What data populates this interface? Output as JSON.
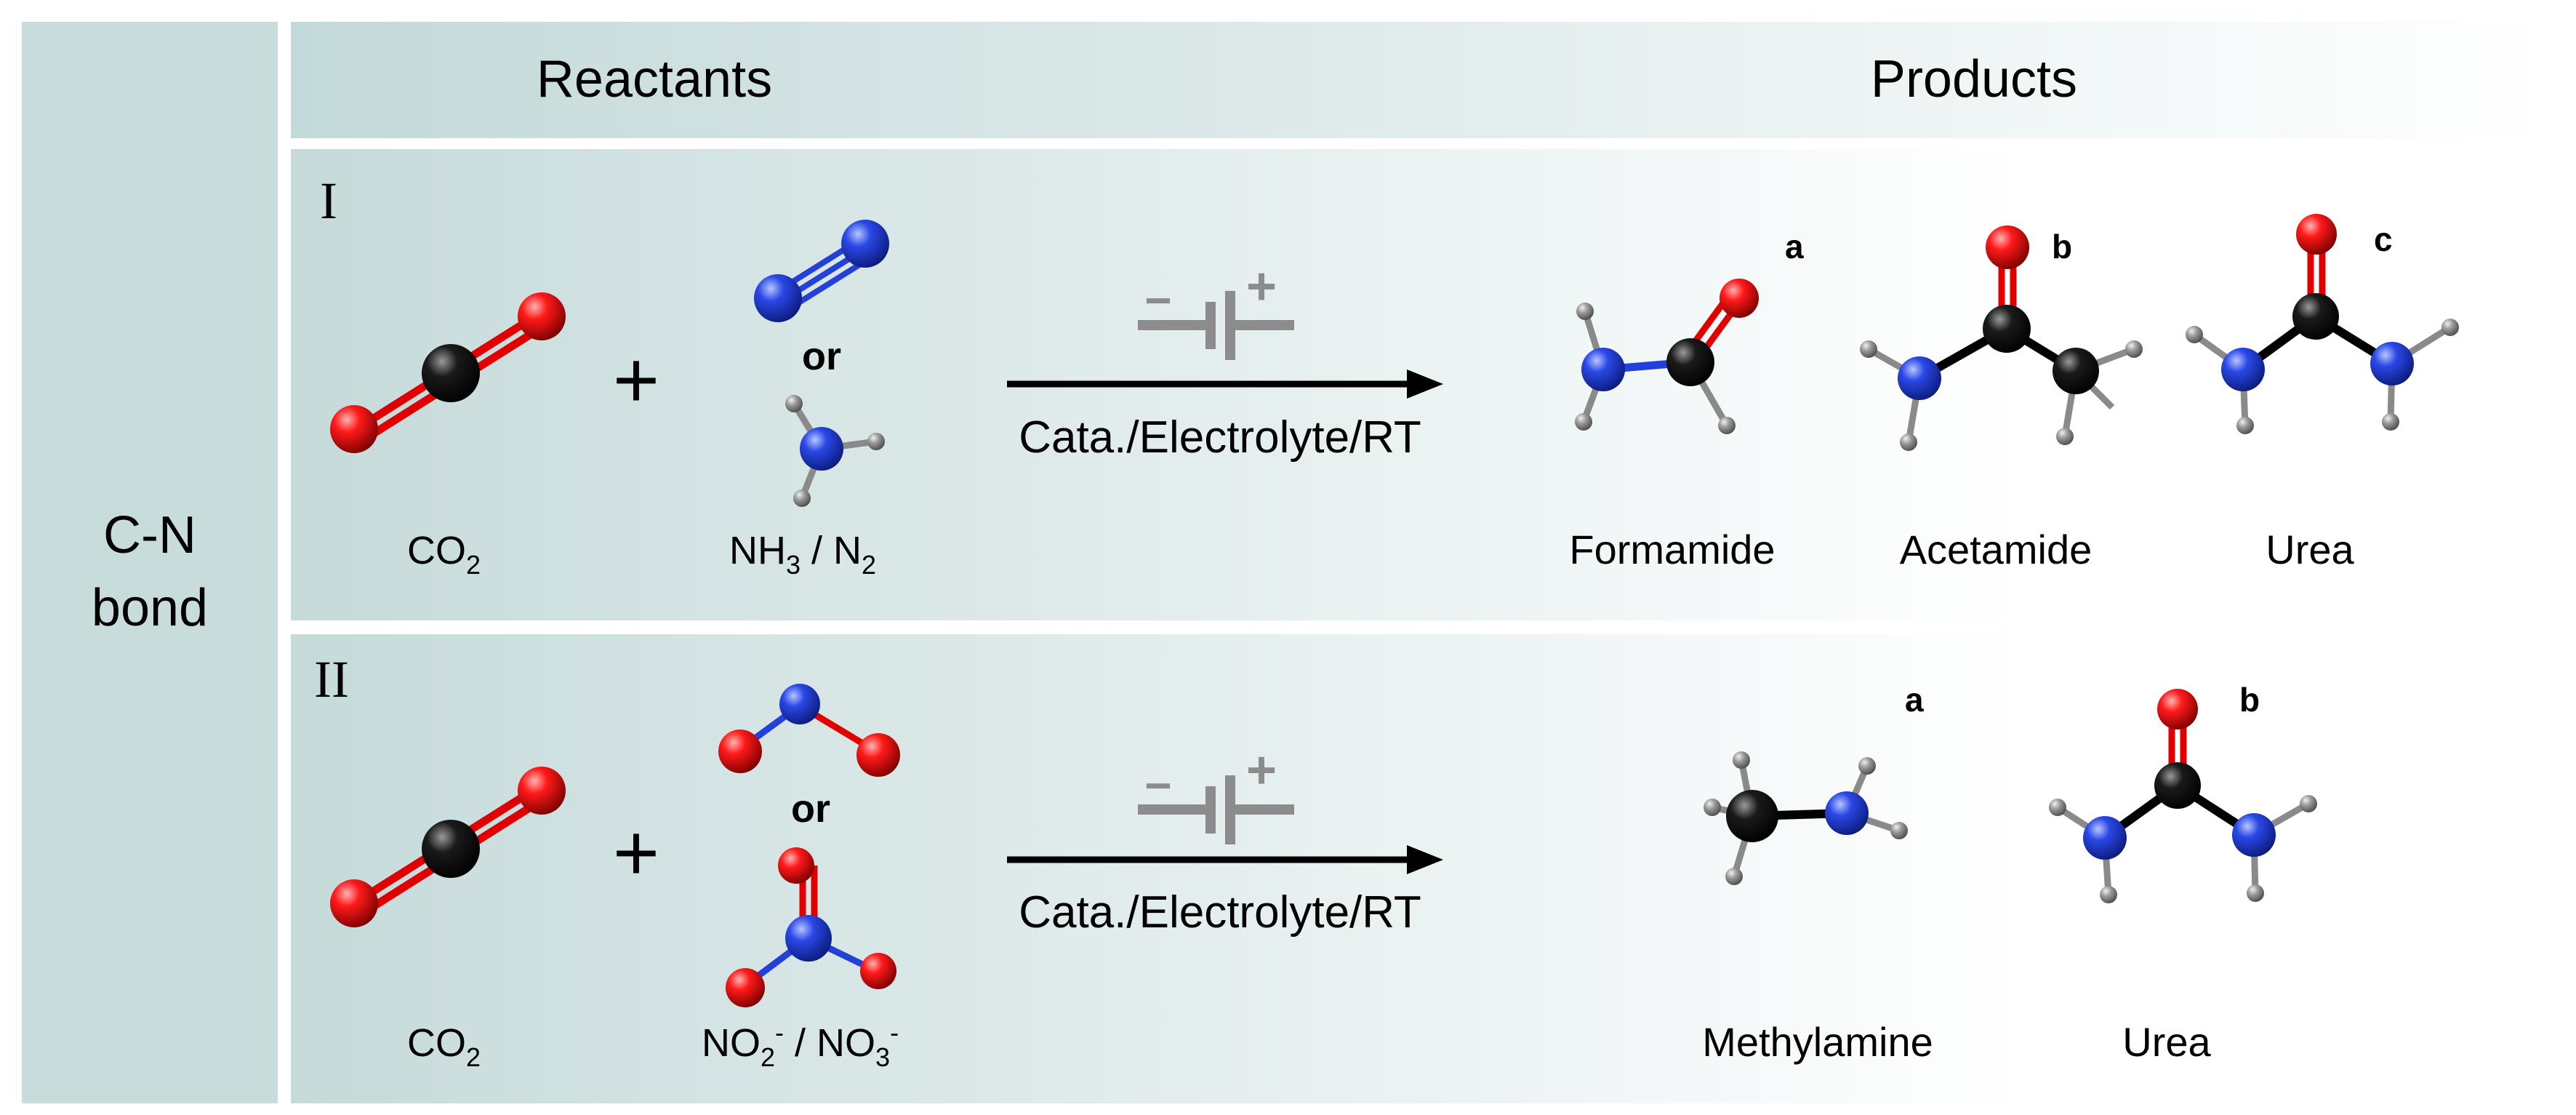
{
  "side_label": {
    "line1": "C-N",
    "line2": "bond"
  },
  "header": {
    "reactants": "Reactants",
    "products": "Products"
  },
  "rows": [
    {
      "roman": "I",
      "plus": "+",
      "reactant1": {
        "label": "CO",
        "sub": "2"
      },
      "reactant2": {
        "or": "or",
        "part1": "NH",
        "sub1": "3",
        "mid": " / N",
        "sub2": "2"
      },
      "battery": {
        "minus": "−",
        "plus": "+"
      },
      "condition": "Cata./Electrolyte/RT",
      "products": [
        {
          "letter": "a",
          "name": "Formamide"
        },
        {
          "letter": "b",
          "name": "Acetamide"
        },
        {
          "letter": "c",
          "name": "Urea"
        }
      ]
    },
    {
      "roman": "II",
      "plus": "+",
      "reactant1": {
        "label": "CO",
        "sub": "2"
      },
      "reactant2": {
        "or": "or",
        "part1": "NO",
        "sub1": "2",
        "sup1": "-",
        "mid": " / NO",
        "sub2": "3",
        "sup2": "-"
      },
      "battery": {
        "minus": "−",
        "plus": "+"
      },
      "condition": "Cata./Electrolyte/RT",
      "products": [
        {
          "letter": "a",
          "name": "Methylamine"
        },
        {
          "letter": "b",
          "name": "Urea"
        }
      ]
    }
  ],
  "colors": {
    "oxygen": "#e0000e",
    "carbon": "#111111",
    "nitrogen": "#2340d8",
    "hydrogen": "#8a8a8a",
    "panel": "#c9dcdc",
    "arrow": "#000000",
    "battery": "#8c8c8c"
  }
}
